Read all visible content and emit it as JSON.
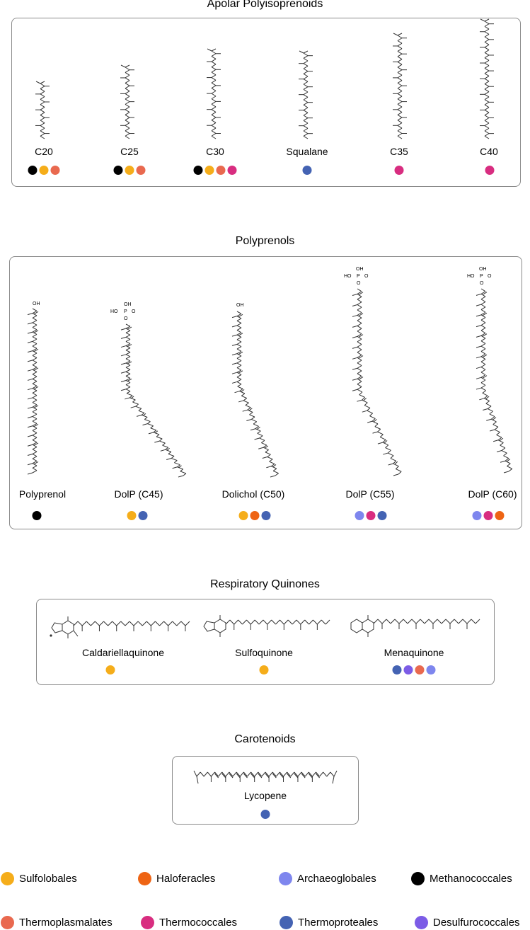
{
  "colors": {
    "sulfolobales": "#f5ad1a",
    "haloferacles": "#ee6414",
    "archaeoglobales": "#7e86ee",
    "methanococcales": "#000000",
    "thermoplasmalates": "#e9694f",
    "thermococcales": "#d82d80",
    "thermoproteales": "#4463b3",
    "desulfurococcales": "#7c5ce6"
  },
  "sections": [
    {
      "title": "Apolar Polyisoprenoids",
      "molecules": [
        {
          "label": "C20",
          "structure_icon": "isoprenoid-chain-icon",
          "dots": [
            "methanococcales",
            "sulfolobales",
            "thermoplasmalates"
          ]
        },
        {
          "label": "C25",
          "structure_icon": "isoprenoid-chain-icon",
          "dots": [
            "methanococcales",
            "sulfolobales",
            "thermoplasmalates"
          ]
        },
        {
          "label": "C30",
          "structure_icon": "isoprenoid-chain-icon",
          "dots": [
            "methanococcales",
            "sulfolobales",
            "thermoplasmalates",
            "thermococcales"
          ]
        },
        {
          "label": "Squalane",
          "structure_icon": "isoprenoid-chain-icon",
          "dots": [
            "thermoproteales"
          ]
        },
        {
          "label": "C35",
          "structure_icon": "isoprenoid-chain-icon",
          "dots": [
            "thermococcales"
          ]
        },
        {
          "label": "C40",
          "structure_icon": "isoprenoid-chain-icon",
          "dots": [
            "thermococcales"
          ]
        }
      ]
    },
    {
      "title": "Polyprenols",
      "molecules": [
        {
          "label": "Polyprenol",
          "structure_icon": "prenol-chain-icon",
          "dots": [
            "methanococcales"
          ]
        },
        {
          "label": "DolP (C45)",
          "structure_icon": "phosphate-chain-icon",
          "dots": [
            "sulfolobales",
            "thermoproteales"
          ]
        },
        {
          "label": "Dolichol (C50)",
          "structure_icon": "prenol-chain-icon",
          "dots": [
            "sulfolobales",
            "haloferacles",
            "thermoproteales"
          ]
        },
        {
          "label": "DolP (C55)",
          "structure_icon": "phosphate-chain-icon",
          "dots": [
            "archaeoglobales",
            "thermococcales",
            "thermoproteales"
          ]
        },
        {
          "label": "DolP (C60)",
          "structure_icon": "phosphate-chain-icon",
          "dots": [
            "archaeoglobales",
            "thermococcales",
            "haloferacles"
          ]
        }
      ],
      "atoms": {
        "oh": "OH",
        "ho": "HO",
        "o": "O",
        "p": "P"
      }
    },
    {
      "title": "Respiratory Quinones",
      "molecules": [
        {
          "label": "Caldariellaquinone",
          "structure_icon": "quinone-ring-icon",
          "dots": [
            "sulfolobales"
          ]
        },
        {
          "label": "Sulfoquinone",
          "structure_icon": "quinone-ring-icon",
          "dots": [
            "sulfolobales"
          ]
        },
        {
          "label": "Menaquinone",
          "structure_icon": "naphthoquinone-ring-icon",
          "dots": [
            "thermoproteales",
            "desulfurococcales",
            "thermoplasmalates",
            "archaeoglobales"
          ]
        }
      ]
    },
    {
      "title": "Carotenoids",
      "molecules": [
        {
          "label": "Lycopene",
          "structure_icon": "carotenoid-chain-icon",
          "dots": [
            "thermoproteales"
          ]
        }
      ]
    }
  ],
  "legend": [
    {
      "key": "sulfolobales",
      "label": "Sulfolobales"
    },
    {
      "key": "haloferacles",
      "label": "Haloferacles"
    },
    {
      "key": "archaeoglobales",
      "label": "Archaeoglobales"
    },
    {
      "key": "methanococcales",
      "label": "Methanococcales"
    },
    {
      "key": "thermoplasmalates",
      "label": "Thermoplasmalates"
    },
    {
      "key": "thermococcales",
      "label": "Thermococcales"
    },
    {
      "key": "thermoproteales",
      "label": "Thermoproteales"
    },
    {
      "key": "desulfurococcales",
      "label": "Desulfurococcales"
    }
  ]
}
